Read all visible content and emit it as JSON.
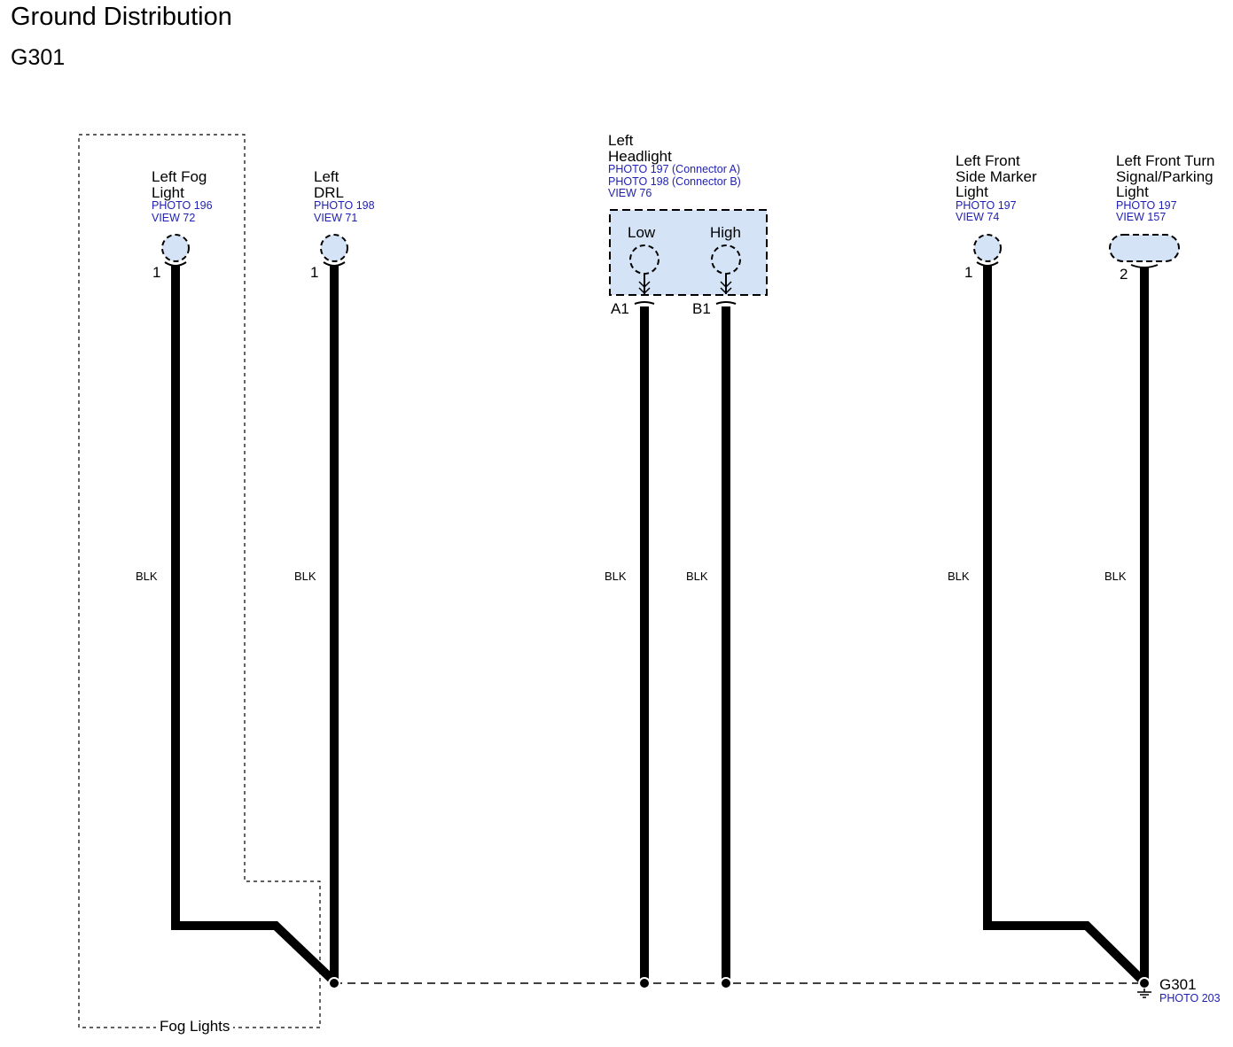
{
  "header": {
    "title": "Ground Distribution",
    "subtitle": "G301"
  },
  "components": {
    "fog": {
      "name_line1": "Left Fog",
      "name_line2": "Light",
      "photo": "PHOTO 196",
      "view": "VIEW 72",
      "pin": "1",
      "wire": "BLK"
    },
    "drl": {
      "name_line1": "Left",
      "name_line2": "DRL",
      "photo": "PHOTO 198",
      "view": "VIEW 71",
      "pin": "1",
      "wire": "BLK"
    },
    "headlight": {
      "name_line1": "Left",
      "name_line2": "Headlight",
      "photo_a": "PHOTO 197 (Connector A)",
      "photo_b": "PHOTO 198 (Connector B)",
      "view": "VIEW 76",
      "low_label": "Low",
      "high_label": "High",
      "pin_low": "A1",
      "pin_high": "B1",
      "wire_low": "BLK",
      "wire_high": "BLK"
    },
    "side_marker": {
      "name_line1": "Left Front",
      "name_line2": "Side Marker",
      "name_line3": "Light",
      "photo": "PHOTO 197",
      "view": "VIEW 74",
      "pin": "1",
      "wire": "BLK"
    },
    "turn_signal": {
      "name_line1": "Left Front Turn",
      "name_line2": "Signal/Parking",
      "name_line3": "Light",
      "photo": "PHOTO 197",
      "view": "VIEW 157",
      "pin": "2",
      "wire": "BLK"
    }
  },
  "ground": {
    "name": "G301",
    "photo": "PHOTO 203"
  },
  "fog_group": {
    "label": "Fog Lights"
  },
  "colors": {
    "reference_text": "#1f1fb4",
    "component_fill": "#d4e4f6",
    "wire": "#000000"
  }
}
